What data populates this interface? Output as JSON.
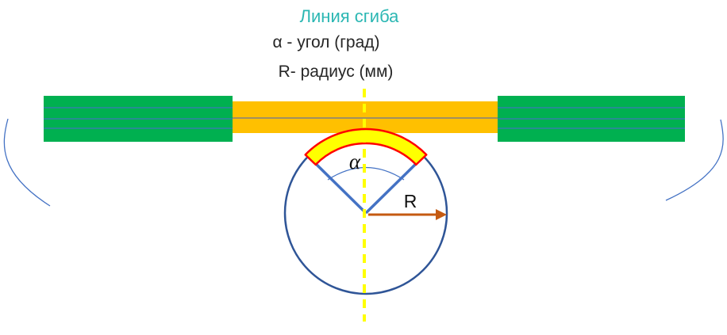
{
  "title": {
    "text": "Линия сгиба",
    "color": "#2BB7B3"
  },
  "legend": {
    "alpha": "α - угол (град)",
    "radius": "R- радиус (мм)"
  },
  "labels": {
    "alpha": "α",
    "radius": "R"
  },
  "colors": {
    "green_part": "#00B050",
    "orange_bend_zone": "#FFC000",
    "band_fill": "#FFFF00",
    "band_stroke": "#FF0000",
    "circle_stroke": "#2F5597",
    "radius_lines": "#4472C4",
    "guide_lines": "#4472C4",
    "fold_axis": "#FFFF00",
    "gray_line": "#808080",
    "arrow": "#C55A11",
    "text": "#262626"
  }
}
